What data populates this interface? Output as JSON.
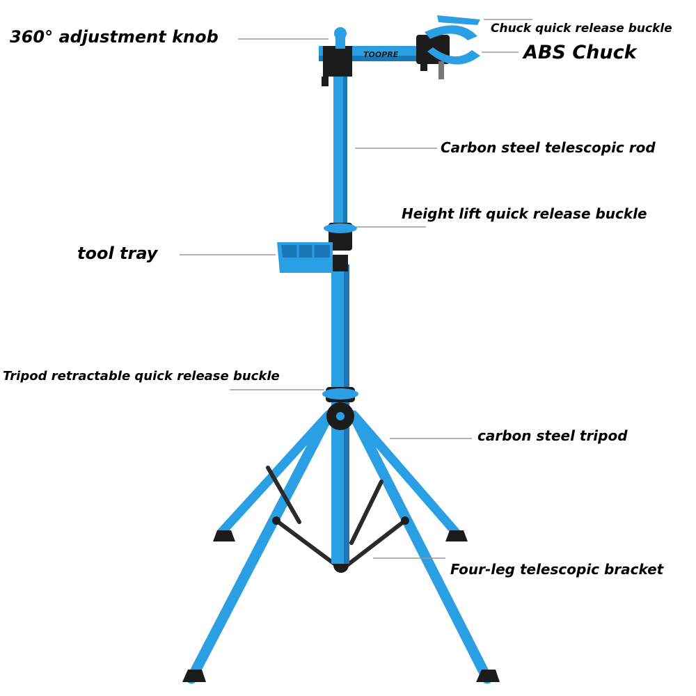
{
  "callouts": {
    "adjustment_knob": "360° adjustment knob",
    "chuck_buckle": "Chuck quick release buckle",
    "abs_chuck": "ABS Chuck",
    "telescopic_rod": "Carbon steel telescopic rod",
    "height_buckle": "Height lift quick release buckle",
    "tool_tray": "tool tray",
    "tripod_buckle": "Tripod retractable quick release buckle",
    "tripod": "carbon steel tripod",
    "bracket": "Four-leg telescopic bracket"
  },
  "product": {
    "brand": "TOOPRE"
  },
  "colors": {
    "frame_blue": "#2b9fe3",
    "frame_dark": "#1b78b8",
    "fittings": "#1c1c1c",
    "leader_line": "#9a9a9a",
    "text": "#000000"
  }
}
